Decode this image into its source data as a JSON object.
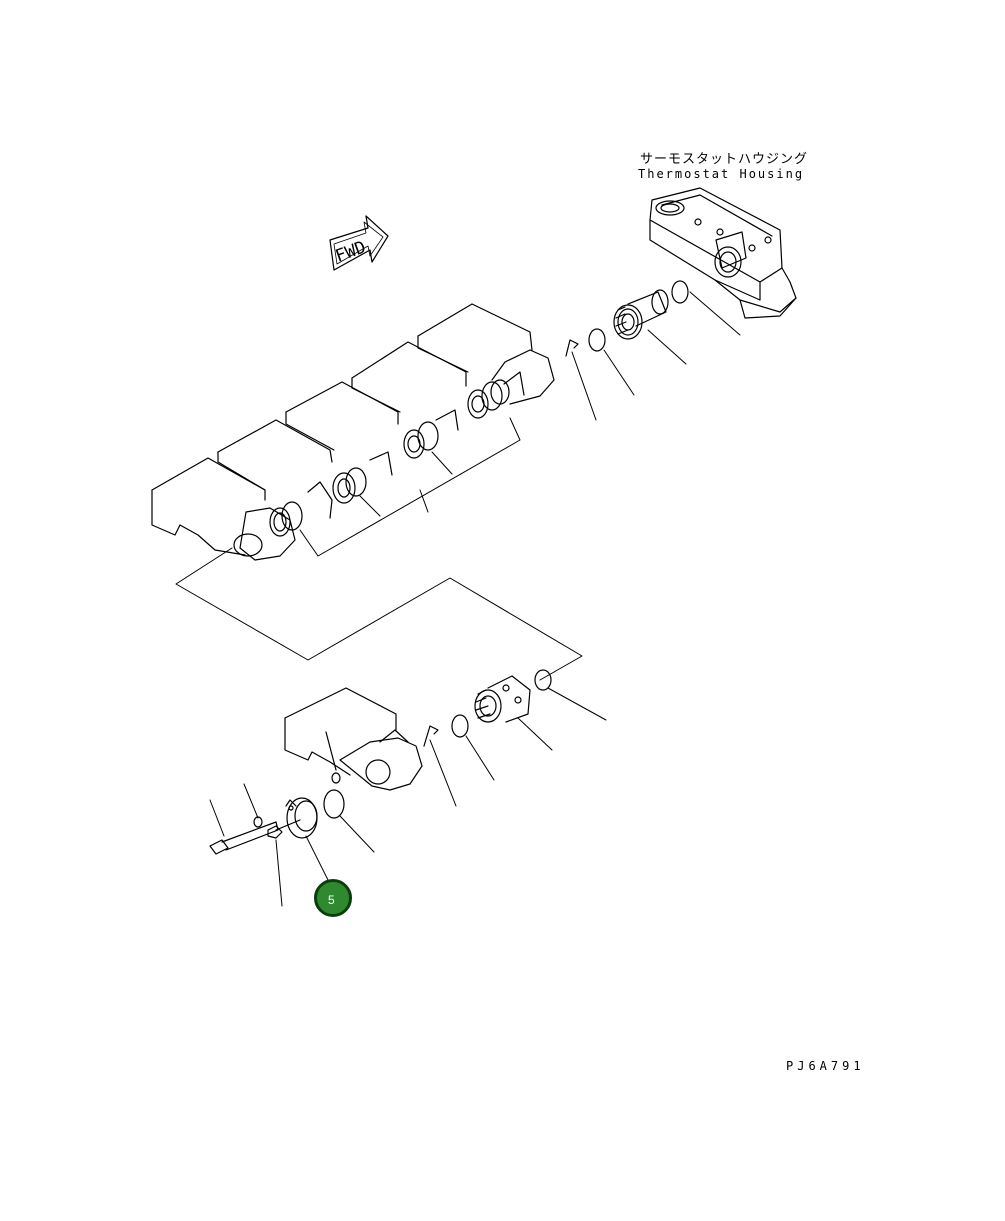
{
  "labels": {
    "part_name_jp": "サーモスタットハウジング",
    "part_name_en": "Thermostat Housing",
    "direction_arrow": "FWD",
    "drawing_code": "PJ6A791"
  },
  "callouts": [
    {
      "number": "5",
      "color": "#2f8a2f",
      "border": "#0c3d0c"
    }
  ]
}
